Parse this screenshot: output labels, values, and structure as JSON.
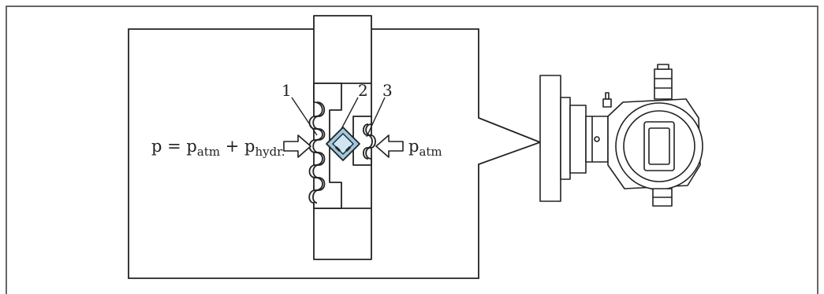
{
  "figure": {
    "callouts": [
      "1",
      "2",
      "3"
    ],
    "left_pressure": {
      "lead": "p = p",
      "sub1": "atm",
      "plus": " + p",
      "sub2": "hydr."
    },
    "right_pressure": {
      "base": "p",
      "sub": "atm"
    }
  },
  "colors": {
    "line": "#222222",
    "sensor_fill": "#9dc8e0",
    "background": "#ffffff"
  }
}
